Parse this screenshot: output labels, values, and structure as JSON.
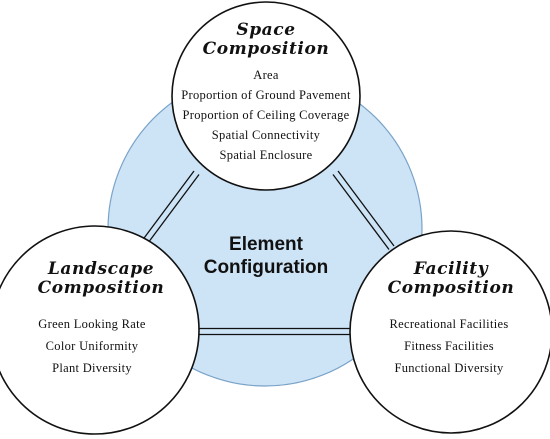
{
  "colors": {
    "background_circle_fill": "#cde3f6",
    "background_circle_stroke": "#7aa3c8",
    "node_fill": "#ffffff",
    "node_stroke": "#111111",
    "connector": "#111111"
  },
  "center": {
    "line1": "Element",
    "line2": "Configuration"
  },
  "space": {
    "title_line1": "Space",
    "title_line2": "Composition",
    "items": [
      "Area",
      "Proportion of Ground Pavement",
      "Proportion of Ceiling Coverage",
      "Spatial Connectivity",
      "Spatial Enclosure"
    ]
  },
  "landscape": {
    "title_line1": "Landscape",
    "title_line2": "Composition",
    "items": [
      "Green Looking Rate",
      "Color Uniformity",
      "Plant Diversity"
    ]
  },
  "facility": {
    "title_line1": "Facility",
    "title_line2": "Composition",
    "items": [
      "Recreational Facilities",
      "Fitness Facilities",
      "Functional Diversity"
    ]
  }
}
